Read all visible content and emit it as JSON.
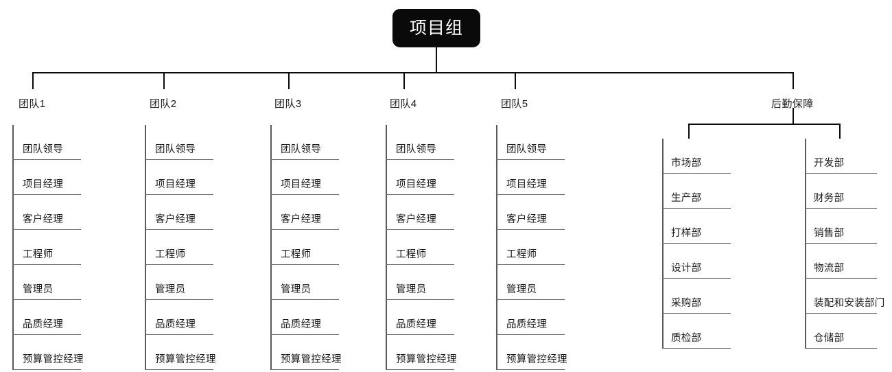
{
  "diagram": {
    "type": "org-chart",
    "root": {
      "label": "项目组"
    },
    "teams": [
      {
        "label": "团队1",
        "members": [
          "团队领导",
          "项目经理",
          "客户经理",
          "工程师",
          "管理员",
          "品质经理",
          "预算管控经理"
        ]
      },
      {
        "label": "团队2",
        "members": [
          "团队领导",
          "项目经理",
          "客户经理",
          "工程师",
          "管理员",
          "品质经理",
          "预算管控经理"
        ]
      },
      {
        "label": "团队3",
        "members": [
          "团队领导",
          "项目经理",
          "客户经理",
          "工程师",
          "管理员",
          "品质经理",
          "预算管控经理"
        ]
      },
      {
        "label": "团队4",
        "members": [
          "团队领导",
          "项目经理",
          "客户经理",
          "工程师",
          "管理员",
          "品质经理",
          "预算管控经理"
        ]
      },
      {
        "label": "团队5",
        "members": [
          "团队领导",
          "项目经理",
          "客户经理",
          "工程师",
          "管理员",
          "品质经理",
          "预算管控经理"
        ]
      }
    ],
    "logistics": {
      "label": "后勤保障",
      "columns": [
        {
          "departments": [
            "市场部",
            "生产部",
            "打样部",
            "设计部",
            "采购部",
            "质检部"
          ]
        },
        {
          "departments": [
            "开发部",
            "财务部",
            "销售部",
            "物流部",
            "装配和安装部门",
            "仓储部"
          ]
        }
      ]
    },
    "colors": {
      "root_background": "#0a0a0a",
      "root_text": "#ffffff",
      "connector": "#0a0a0a",
      "rule": "#6a6a6a",
      "text": "#1a1a1a",
      "page_background": "#ffffff"
    }
  }
}
